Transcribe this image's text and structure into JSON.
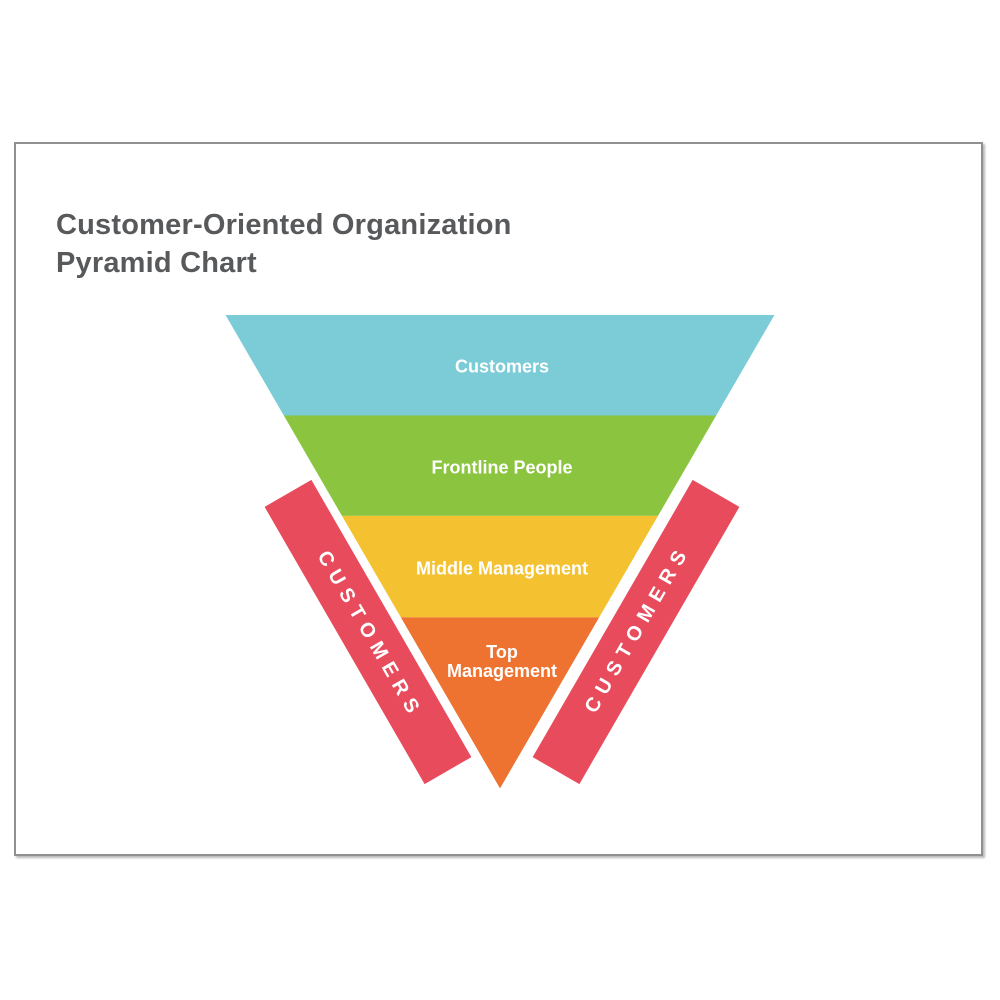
{
  "title": {
    "text": "Customer-Oriented Organization Pyramid Chart",
    "color": "#58595b"
  },
  "slide": {
    "background": "#ffffff",
    "border_color": "#8f9092"
  },
  "chart_data": {
    "type": "pyramid",
    "orientation": "inverted",
    "title": "Customer-Oriented Organization Pyramid Chart",
    "levels": [
      {
        "label": "Customers",
        "color": "#7bccd6"
      },
      {
        "label": "Frontline People",
        "color": "#8bc540"
      },
      {
        "label": "Middle Management",
        "color": "#f4c231"
      },
      {
        "label": "Top Management",
        "color": "#ee7230"
      }
    ],
    "level_label_color": "#ffffff",
    "side_banners": {
      "left_text": "CUSTOMERS",
      "right_text": "CUSTOMERS",
      "color": "#e84b5c",
      "text_color": "#ffffff"
    }
  }
}
